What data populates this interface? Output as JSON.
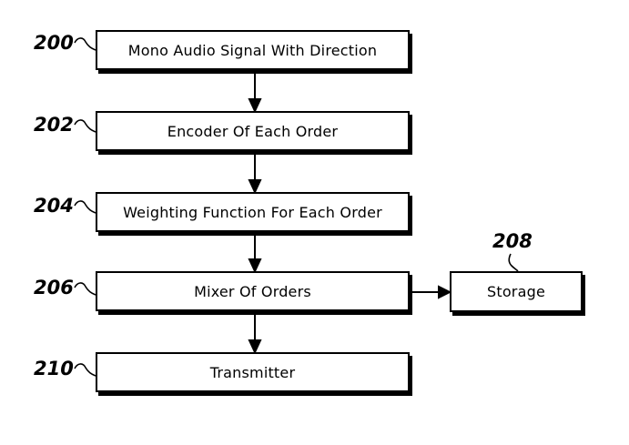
{
  "figure": {
    "type": "flowchart",
    "background": "#ffffff",
    "line_color": "#000000",
    "box_fill": "#ffffff",
    "nodes": [
      {
        "ref": "200",
        "label": "Mono Audio Signal With Direction"
      },
      {
        "ref": "202",
        "label": "Encoder Of Each Order"
      },
      {
        "ref": "204",
        "label": "Weighting Function For Each Order"
      },
      {
        "ref": "206",
        "label": "Mixer Of Orders"
      },
      {
        "ref": "208",
        "label": "Storage"
      },
      {
        "ref": "210",
        "label": "Transmitter"
      }
    ],
    "edges": [
      {
        "from": "200",
        "to": "202"
      },
      {
        "from": "202",
        "to": "204"
      },
      {
        "from": "204",
        "to": "206"
      },
      {
        "from": "206",
        "to": "208"
      },
      {
        "from": "206",
        "to": "210"
      }
    ]
  }
}
